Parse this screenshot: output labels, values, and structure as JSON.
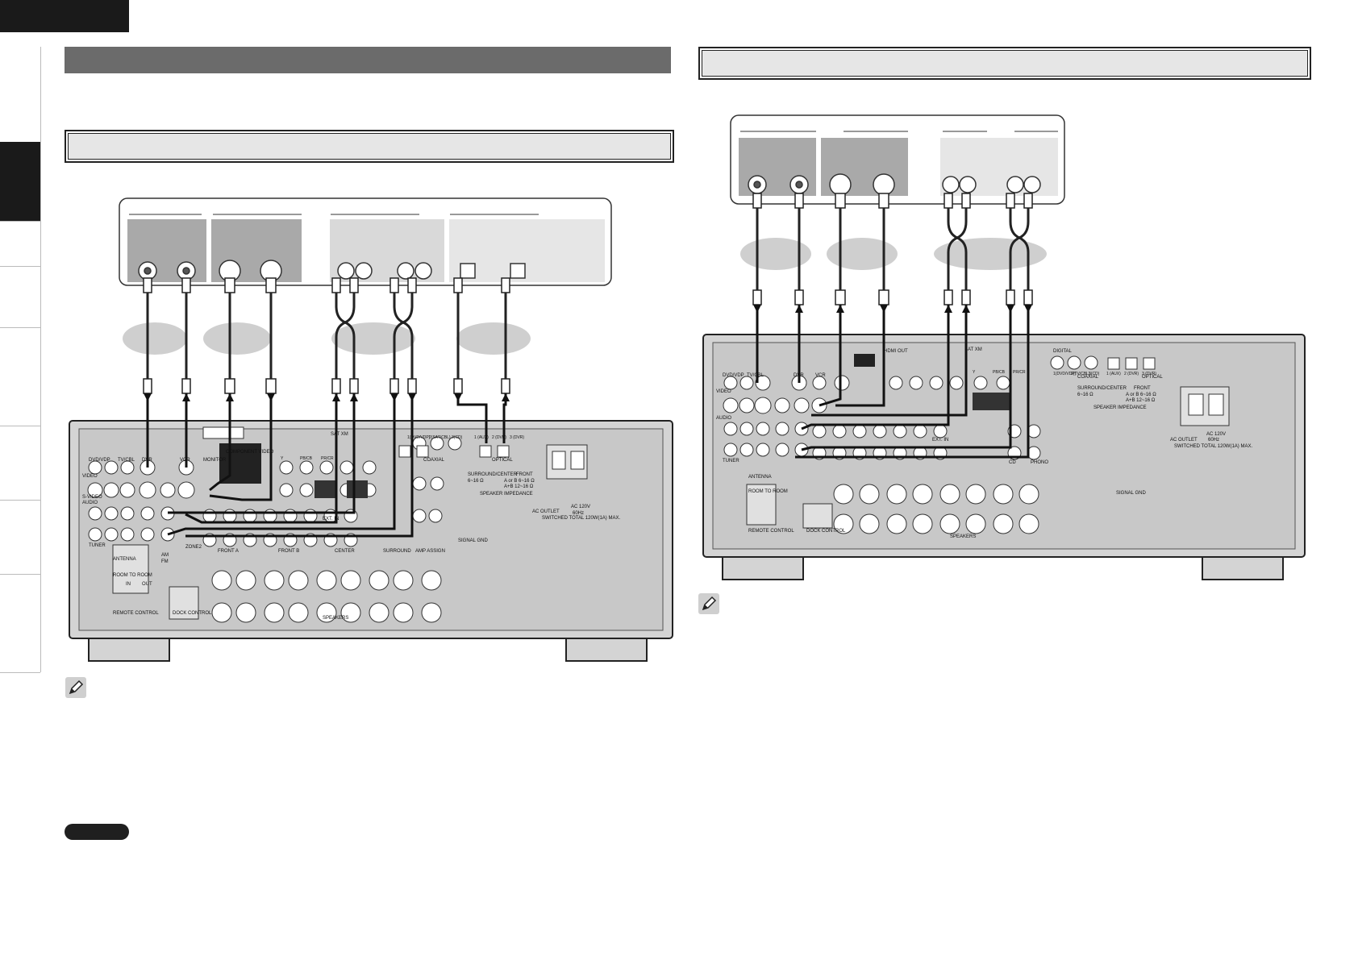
{
  "page": {
    "nav_items": [
      "",
      "",
      "",
      "",
      "",
      "",
      "",
      ""
    ]
  },
  "left_diagram": {
    "receiver_labels": {
      "dvd_vdp": "DVD/VDP",
      "tv_cbl": "TV/CBL",
      "vcr": "VCR",
      "dvr": "DVR",
      "monitor": "MONITOR",
      "component_video": "COMPONENT VIDEO",
      "coaxial": "COAXIAL",
      "optical": "OPTICAL",
      "speaker_impedance": "SPEAKER IMPEDANCE",
      "surround_center": "SURROUND/CENTER",
      "front": "FRONT",
      "speakers": "SPEAKERS",
      "dock_control": "DOCK CONTROL",
      "remote_control": "REMOTE CONTROL",
      "room_to_room": "ROOM TO ROOM",
      "antenna": "ANTENNA",
      "tuner": "TUNER",
      "ac_voltage": "AC 120V",
      "ac_freq": "60Hz",
      "signal_gnd": "SIGNAL GND",
      "ext_in": "EXT. IN",
      "audio": "AUDIO",
      "video": "VIDEO",
      "s_video": "S-VIDEO",
      "sat_xm": "SAT XM",
      "center": "CENTER",
      "surround": "SURROUND",
      "front_a": "FRONT A",
      "front_b": "FRONT B",
      "amp_assign": "AMP ASSIGN",
      "ac_outlet": "AC OUTLET",
      "switched": "SWITCHED TOTAL 120W(1A) MAX.",
      "imp_front_a": "A or B 6~16 Ω",
      "imp_front_ab": "A+B 12~16 Ω",
      "imp_surround": "6~16 Ω",
      "zone2": "ZONE2",
      "am": "AM",
      "fm": "FM",
      "in": "IN",
      "out": "OUT",
      "coax_labels": [
        "1(DVD/VDP)",
        "2(SAT/CBL)",
        "3(CD)"
      ],
      "opt_labels": [
        "1 (AUX)",
        "2 (DVR)",
        "3 (DVR)"
      ],
      "comp_labels": [
        "Y",
        "PB/CB",
        "PR/CR"
      ]
    }
  },
  "right_diagram": {
    "receiver_labels": {
      "dvd_vdp": "DVD/VDP",
      "tv_cbl": "TV/CBL",
      "vcr": "VCR",
      "dvr": "DVR",
      "hdmi_out": "HDMI OUT",
      "digital": "DIGITAL",
      "coaxial": "COAXIAL",
      "optical": "OPTICAL",
      "speaker_impedance": "SPEAKER IMPEDANCE",
      "speakers": "SPEAKERS",
      "dock_control": "DOCK CONTROL",
      "remote_control": "REMOTE CONTROL",
      "room_to_room": "ROOM TO ROOM",
      "antenna": "ANTENNA",
      "tuner": "TUNER",
      "ac_voltage": "AC 120V",
      "ac_freq": "60Hz",
      "signal_gnd": "SIGNAL GND",
      "ext_in": "EXT. IN",
      "audio": "AUDIO",
      "video": "VIDEO",
      "sat_xm": "SAT XM",
      "ac_outlet": "AC OUTLET",
      "switched": "SWITCHED TOTAL 120W(1A) MAX.",
      "surround_center": "SURROUND/CENTER",
      "front": "FRONT",
      "imp_front_a": "A or B 6~16 Ω",
      "imp_front_ab": "A+B 12~16 Ω",
      "imp_surround": "6~16 Ω",
      "cd": "CD",
      "phono": "PHONO",
      "coax_labels": [
        "1(DVD/VDP)",
        "2(TV/CBL)",
        "3(CD)"
      ],
      "opt_labels": [
        "1 (AUX)",
        "2 (DVR)",
        "3 (DVR)"
      ],
      "comp_labels": [
        "Y",
        "PB/CB",
        "PR/CR"
      ]
    }
  }
}
